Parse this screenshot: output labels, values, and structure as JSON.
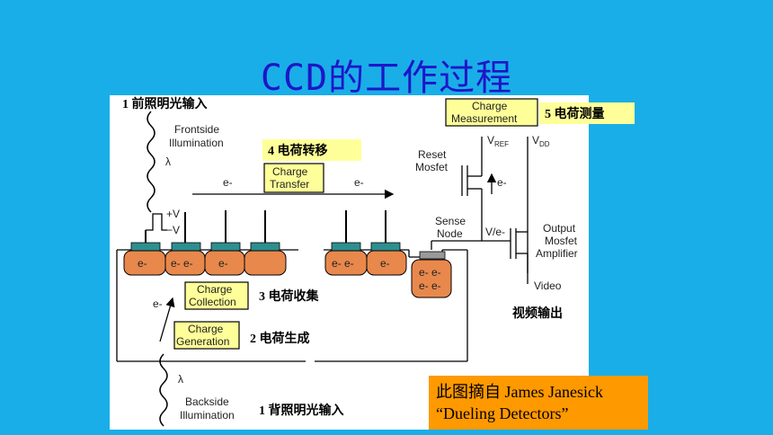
{
  "slide": {
    "title": "CCD的工作过程",
    "citation": {
      "line1": "此图摘自 James Janesick",
      "line2": "“Dueling Detectors”"
    }
  },
  "diagram": {
    "frontside_step": "1 前照明光输入",
    "frontside_label_1": "Frontside",
    "frontside_label_2": "Illumination",
    "lambda": "λ",
    "transfer_step": "4 电荷转移",
    "transfer_box_1": "Charge",
    "transfer_box_2": "Transfer",
    "electron": "e-",
    "clock_plus": "+V",
    "clock_minus": "−V",
    "collection_box_1": "Charge",
    "collection_box_2": "Collection",
    "collection_step": "3 电荷收集",
    "generation_box_1": "Charge",
    "generation_box_2": "Generation",
    "generation_step": "2 电荷生成",
    "backside_label_1": "Backside",
    "backside_label_2": "Illumination",
    "backside_step": "1 背照明光输入",
    "measurement_box_1": "Charge",
    "measurement_box_2": "Measurement",
    "measurement_step": "5 电荷测量",
    "reset_1": "Reset",
    "reset_2": "Mosfet",
    "vref": "V",
    "vref_sub": "REF",
    "vdd": "V",
    "vdd_sub": "DD",
    "sense_1": "Sense",
    "sense_2": "Node",
    "v_per_e": "V/e-",
    "output_1": "Output",
    "output_2": "Mosfet",
    "output_3": "Amplifier",
    "video": "Video",
    "video_out": "视频输出",
    "pixel_electrons": [
      "e-",
      "e- e-",
      "e-",
      "",
      "e- e-",
      "e-"
    ],
    "sense_electrons": [
      "e- e-",
      "e- e-"
    ]
  }
}
